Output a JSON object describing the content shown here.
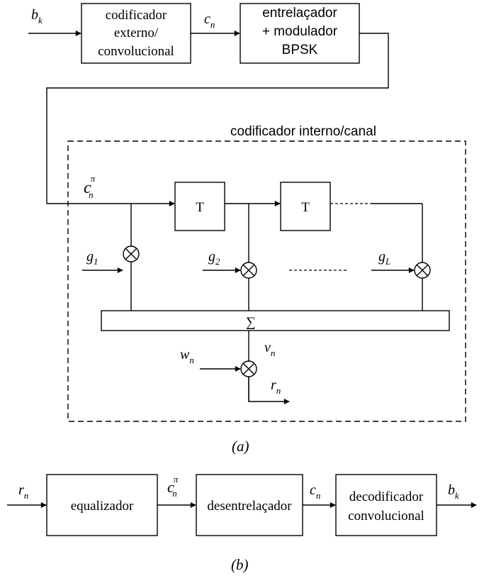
{
  "top_chain": {
    "input_symbol": "b",
    "input_sub": "k",
    "encoder_lines": [
      "codificador",
      "externo/",
      "convolucional"
    ],
    "coded_symbol": "c",
    "coded_sub": "n",
    "interleaver_lines": [
      "entrelaçador",
      "+ modulador",
      "BPSK"
    ]
  },
  "channel": {
    "title": "codificador interno/canal",
    "input_symbol": "c",
    "input_sub": "n",
    "input_sup": "π",
    "delay_label": "T",
    "taps": [
      {
        "symbol": "g",
        "sub": "1"
      },
      {
        "symbol": "g",
        "sub": "2"
      },
      {
        "symbol": "g",
        "sub": "L"
      }
    ],
    "sum_label": "∑",
    "sum_out_symbol": "v",
    "sum_out_sub": "n",
    "noise_symbol": "w",
    "noise_sub": "n",
    "output_symbol": "r",
    "output_sub": "n"
  },
  "caption_a": "(a)",
  "bottom_chain": {
    "input_symbol": "r",
    "input_sub": "n",
    "equalizer_label": "equalizador",
    "mid1_symbol": "c",
    "mid1_sub": "n",
    "mid1_sup": "π",
    "deinterleaver_label": "desentrelaçador",
    "mid2_symbol": "c",
    "mid2_sub": "n",
    "decoder_lines": [
      "decodificador",
      "convolucional"
    ],
    "output_symbol": "b",
    "output_sub": "k"
  },
  "caption_b": "(b)"
}
